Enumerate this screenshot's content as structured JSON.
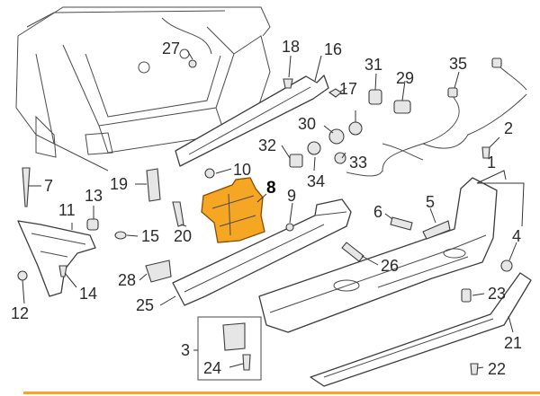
{
  "diagram": {
    "callouts": [
      {
        "id": "c1",
        "text": "1"
      },
      {
        "id": "c2",
        "text": "2"
      },
      {
        "id": "c3",
        "text": "3"
      },
      {
        "id": "c4",
        "text": "4"
      },
      {
        "id": "c5",
        "text": "5"
      },
      {
        "id": "c6",
        "text": "6"
      },
      {
        "id": "c7",
        "text": "7"
      },
      {
        "id": "c8",
        "text": "8"
      },
      {
        "id": "c9",
        "text": "9"
      },
      {
        "id": "c10",
        "text": "10"
      },
      {
        "id": "c11",
        "text": "11"
      },
      {
        "id": "c12",
        "text": "12"
      },
      {
        "id": "c13",
        "text": "13"
      },
      {
        "id": "c14",
        "text": "14"
      },
      {
        "id": "c15",
        "text": "15"
      },
      {
        "id": "c16",
        "text": "16"
      },
      {
        "id": "c17",
        "text": "17"
      },
      {
        "id": "c18",
        "text": "18"
      },
      {
        "id": "c19",
        "text": "19"
      },
      {
        "id": "c20",
        "text": "20"
      },
      {
        "id": "c21",
        "text": "21"
      },
      {
        "id": "c22",
        "text": "22"
      },
      {
        "id": "c23",
        "text": "23"
      },
      {
        "id": "c24",
        "text": "24"
      },
      {
        "id": "c25",
        "text": "25"
      },
      {
        "id": "c26",
        "text": "26"
      },
      {
        "id": "c27",
        "text": "27"
      },
      {
        "id": "c28",
        "text": "28"
      },
      {
        "id": "c29",
        "text": "29"
      },
      {
        "id": "c30",
        "text": "30"
      },
      {
        "id": "c31",
        "text": "31"
      },
      {
        "id": "c32",
        "text": "32"
      },
      {
        "id": "c33",
        "text": "33"
      },
      {
        "id": "c34",
        "text": "34"
      },
      {
        "id": "c35",
        "text": "35"
      }
    ],
    "highlighted_part": "8",
    "colors": {
      "highlight_fill": "#f5a623",
      "highlight_stroke": "#8a4b00",
      "accent_bar": "#f5a623",
      "line": "#3c3c3c"
    }
  }
}
